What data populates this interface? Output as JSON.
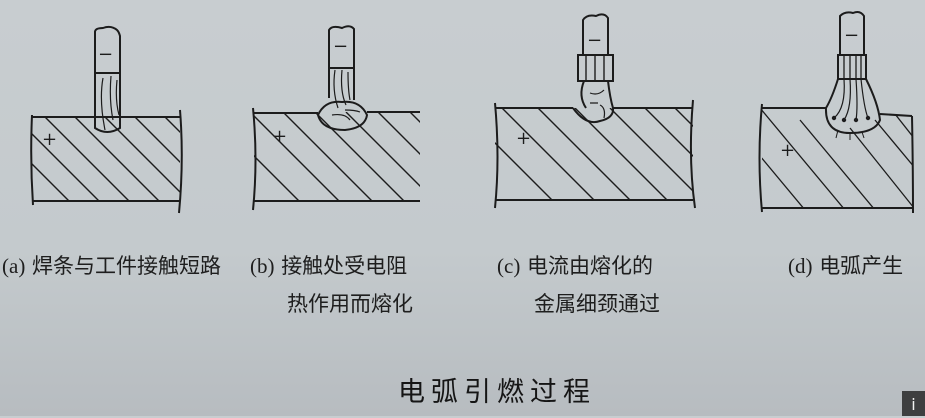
{
  "figure": {
    "title": "电弧引燃过程",
    "panels": [
      {
        "id": "a",
        "label": "(a)",
        "text_line1": "焊条与工件接触短路",
        "text_line2": "",
        "electrode_sign": "−",
        "workpiece_sign": "+"
      },
      {
        "id": "b",
        "label": "(b)",
        "text_line1": "接触处受电阻",
        "text_line2": "热作用而熔化",
        "electrode_sign": "−",
        "workpiece_sign": "+"
      },
      {
        "id": "c",
        "label": "(c)",
        "text_line1": "电流由熔化的",
        "text_line2": "金属细颈通过",
        "electrode_sign": "−",
        "workpiece_sign": "+"
      },
      {
        "id": "d",
        "label": "(d)",
        "text_line1": "电弧产生",
        "text_line2": "",
        "electrode_sign": "−",
        "workpiece_sign": "+"
      }
    ]
  },
  "colors": {
    "paper": "#c8cdd0",
    "ink": "#1c1c1c",
    "badge_bg": "#3e3f40"
  },
  "info_badge": {
    "icon": "info-icon",
    "glyph": "i"
  }
}
